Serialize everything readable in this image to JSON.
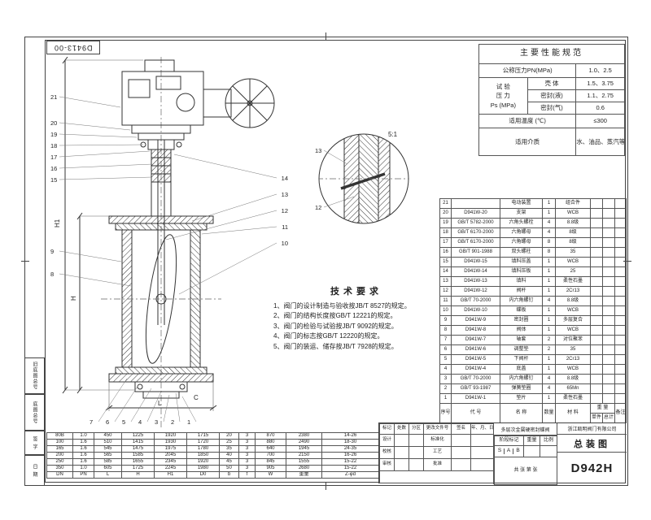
{
  "sheet": {
    "doc_number": "D9413-00",
    "archive_labels": [
      "旧底图总号",
      "底图总号",
      "签 字",
      "日 期"
    ]
  },
  "colors": {
    "ink": "#333333",
    "paper": "#ffffff"
  },
  "performance": {
    "title": "主要性能规范",
    "pn_label": "公称压力PN(MPa)",
    "pn_value": "1.0、2.5",
    "test_label_1": "试 验",
    "test_label_2": "压 力",
    "test_label_3": "Ps (MPa)",
    "shell_label": "壳 体",
    "shell_value": "1.5、3.75",
    "seal_liquid_label": "密封(液)",
    "seal_liquid_value": "1.1、2.75",
    "seal_gas_label": "密封(气)",
    "seal_gas_value": "0.6",
    "temp_label": "适用温度 (℃)",
    "temp_value": "≤300",
    "medium_label": "适用介质",
    "medium_value": "水、油品、蒸汽等"
  },
  "tech_requirements": {
    "title": "技术要求",
    "items": [
      "1、阀门的设计制造与验收按JB/T 8527的规定。",
      "2、阀门的结构长度按GB/T 12221的规定。",
      "3、阀门的检验与试验按JB/T 9092的规定。",
      "4、阀门的标志按GB/T 12220的规定。",
      "5、阀门的装运、储存按JB/T 7928的规定。"
    ]
  },
  "bom": {
    "h_no": "序号",
    "h_code": "代  号",
    "h_name": "名  称",
    "h_qty": "数量",
    "h_mat": "材  料",
    "h_weight": "重  量",
    "h_single": "单件",
    "h_total": "总计",
    "h_note": "备注",
    "rows": [
      [
        "21",
        "",
        "电动装置",
        "1",
        "组合件",
        "",
        "",
        ""
      ],
      [
        "20",
        "D941W-20",
        "支架",
        "1",
        "WCB",
        "",
        "",
        ""
      ],
      [
        "19",
        "GB/T 5782-2000",
        "六角头螺栓",
        "4",
        "8.8级",
        "",
        "",
        ""
      ],
      [
        "18",
        "GB/T 6170-2000",
        "六角螺母",
        "4",
        "8级",
        "",
        "",
        ""
      ],
      [
        "17",
        "GB/T 6170-2000",
        "六角螺母",
        "8",
        "8级",
        "",
        "",
        ""
      ],
      [
        "16",
        "GB/T 901-1988",
        "双头螺柱",
        "8",
        "35",
        "",
        "",
        ""
      ],
      [
        "15",
        "D941W-15",
        "填料压盖",
        "1",
        "WCB",
        "",
        "",
        ""
      ],
      [
        "14",
        "D941W-14",
        "填料压板",
        "1",
        "25",
        "",
        "",
        ""
      ],
      [
        "13",
        "D941W-13",
        "填料",
        "1",
        "柔性石墨",
        "",
        "",
        ""
      ],
      [
        "12",
        "D941W-12",
        "阀杆",
        "1",
        "2Cr13",
        "",
        "",
        ""
      ],
      [
        "11",
        "GB/T 70-2000",
        "内六角螺钉",
        "4",
        "8.8级",
        "",
        "",
        ""
      ],
      [
        "10",
        "D941W-10",
        "蝶板",
        "1",
        "WCB",
        "",
        "",
        ""
      ],
      [
        "9",
        "D941W-9",
        "密封圈",
        "1",
        "多层复合",
        "",
        "",
        ""
      ],
      [
        "8",
        "D941W-8",
        "阀体",
        "1",
        "WCB",
        "",
        "",
        ""
      ],
      [
        "7",
        "D941W-7",
        "轴套",
        "2",
        "对位聚苯",
        "",
        "",
        ""
      ],
      [
        "6",
        "D941W-6",
        "调整垫",
        "2",
        "35",
        "",
        "",
        ""
      ],
      [
        "5",
        "D941W-5",
        "下阀杆",
        "1",
        "2Cr13",
        "",
        "",
        ""
      ],
      [
        "4",
        "D941W-4",
        "底盖",
        "1",
        "WCB",
        "",
        "",
        ""
      ],
      [
        "3",
        "GB/T 70-2000",
        "内六角螺钉",
        "4",
        "8.8级",
        "",
        "",
        ""
      ],
      [
        "2",
        "GB/T 93-1987",
        "弹簧垫圈",
        "4",
        "65Mn",
        "",
        "",
        ""
      ],
      [
        "1",
        "D941W-1",
        "垫片",
        "1",
        "柔性石墨",
        "",
        "",
        ""
      ]
    ]
  },
  "dimension_table": {
    "rows": [
      [
        "80B",
        "1.0",
        "450",
        "1225",
        "1920",
        "1715",
        "20",
        "3",
        "870",
        "2380",
        "14-26"
      ],
      [
        "100",
        "1.6",
        "510",
        "1415",
        "1930",
        "1720",
        "25",
        "3",
        "880",
        "2490",
        "18-30"
      ],
      [
        "165",
        "1.6",
        "545",
        "1475",
        "1975",
        "1780",
        "35",
        "3",
        "640",
        "1945",
        "24-35"
      ],
      [
        "200",
        "1.6",
        "565",
        "1585",
        "2045",
        "1850",
        "40",
        "3",
        "700",
        "2150",
        "16-26"
      ],
      [
        "250",
        "1.6",
        "585",
        "1655",
        "2345",
        "1920",
        "45",
        "3",
        "845",
        "1555",
        "15-22"
      ],
      [
        "350",
        "1.0",
        "605",
        "1725",
        "2245",
        "1980",
        "50",
        "3",
        "905",
        "2680",
        "15-22"
      ],
      [
        "DN",
        "PN",
        "L",
        "H",
        "H1",
        "D0",
        "b",
        "f",
        "W",
        "重量",
        "Z-φd"
      ]
    ]
  },
  "title_block": {
    "change_cols": [
      "标记",
      "处数",
      "分区",
      "更改文件号",
      "签名",
      "年、月、日"
    ],
    "design": "设计",
    "check": "校核",
    "audit": "审核",
    "standard": "标准化",
    "craft": "工艺",
    "approve": "批准",
    "stage_label": "阶段标记",
    "weight_label": "重量",
    "scale_label": "比例",
    "stage_marks": [
      "S",
      "A",
      "B"
    ],
    "sheets": "共 张  第 张",
    "company": "浙江瓯明阀门有限公司",
    "product_name": "多层次金属硬密封蝶阀",
    "drawing_name": "总装图",
    "model": "D942H"
  },
  "drawing": {
    "dims": [
      "H1",
      "H",
      "L",
      "C"
    ],
    "callouts_left": [
      "21",
      "20",
      "19",
      "18",
      "17",
      "16",
      "15",
      "9",
      "8"
    ],
    "callouts_right": [
      "14",
      "13",
      "12",
      "11",
      "10"
    ],
    "callouts_bottom": [
      "7",
      "6",
      "5",
      "4",
      "3",
      "2",
      "1"
    ],
    "detail": {
      "scale": "5:1",
      "callouts": [
        "13",
        "12"
      ]
    }
  }
}
